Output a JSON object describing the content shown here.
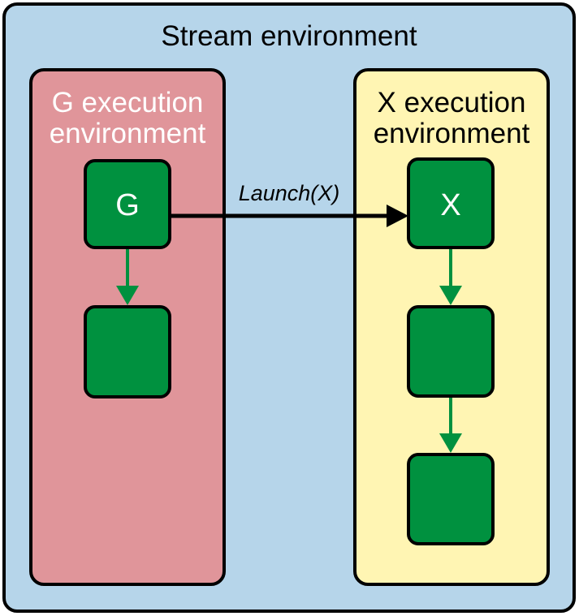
{
  "title": "Stream environment",
  "environments": [
    {
      "id": "g",
      "title_line1": "G execution",
      "title_line2": "environment",
      "fill": "#e0959a",
      "title_color": "#ffffff"
    },
    {
      "id": "x",
      "title_line1": "X execution",
      "title_line2": "environment",
      "fill": "#fff5b3",
      "title_color": "#000000"
    }
  ],
  "nodes": {
    "g_node": "G",
    "x_node": "X"
  },
  "edges": {
    "launch_label": "Launch(X)"
  },
  "colors": {
    "stream_bg": "#b6d5ea",
    "node_fill": "#00913f",
    "inner_arrow": "#00913f",
    "outline": "#000000"
  }
}
